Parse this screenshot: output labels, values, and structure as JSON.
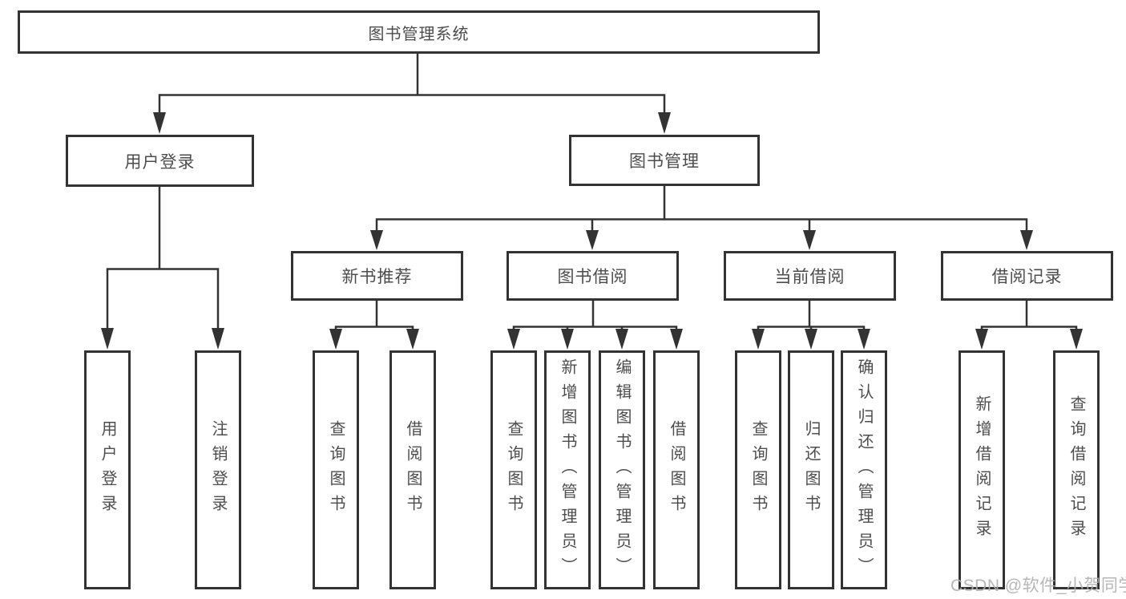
{
  "diagram": {
    "root": "图书管理系统",
    "branches": [
      {
        "label": "用户登录",
        "children": [
          "用户登录",
          "注销登录"
        ]
      },
      {
        "label": "图书管理",
        "groups": [
          {
            "label": "新书推荐",
            "children": [
              "查询图书",
              "借阅图书"
            ]
          },
          {
            "label": "图书借阅",
            "children": [
              "查询图书",
              "新增图书（管理员）",
              "编辑图书（管理员）",
              "借阅图书"
            ]
          },
          {
            "label": "当前借阅",
            "children": [
              "查询图书",
              "归还图书",
              "确认归还（管理员）"
            ]
          },
          {
            "label": "借阅记录",
            "children": [
              "新增借阅记录",
              "查询借阅记录"
            ]
          }
        ]
      }
    ]
  },
  "watermark": "CSDN @软件_小贺同学",
  "colors": {
    "line": "#333333",
    "box_border": "#333333",
    "text": "#4d4d4d",
    "watermark": "#afafaf",
    "background": "#ffffff"
  }
}
